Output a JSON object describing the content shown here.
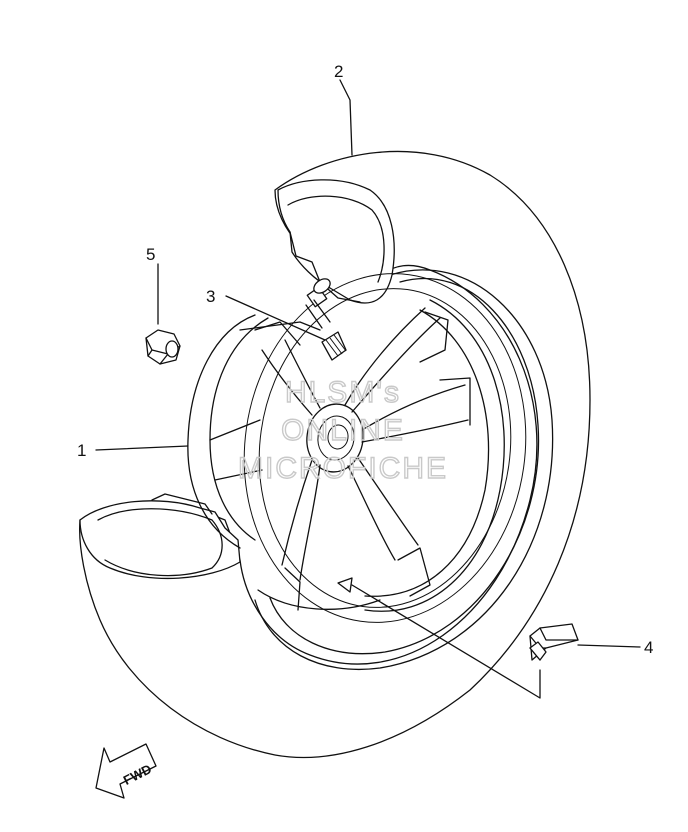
{
  "callouts": [
    {
      "id": "wheel",
      "label": "1"
    },
    {
      "id": "tire",
      "label": "2"
    },
    {
      "id": "valve",
      "label": "3"
    },
    {
      "id": "balance-weight",
      "label": "4"
    },
    {
      "id": "nut",
      "label": "5"
    }
  ],
  "watermark": {
    "line1": "HLSM's",
    "line2": "ONLINE",
    "line3": "MICROFICHE"
  },
  "direction_arrow": {
    "label": "FWD"
  },
  "colors": {
    "line": "#111111",
    "background": "#ffffff",
    "watermark": "#c9c9c9"
  }
}
